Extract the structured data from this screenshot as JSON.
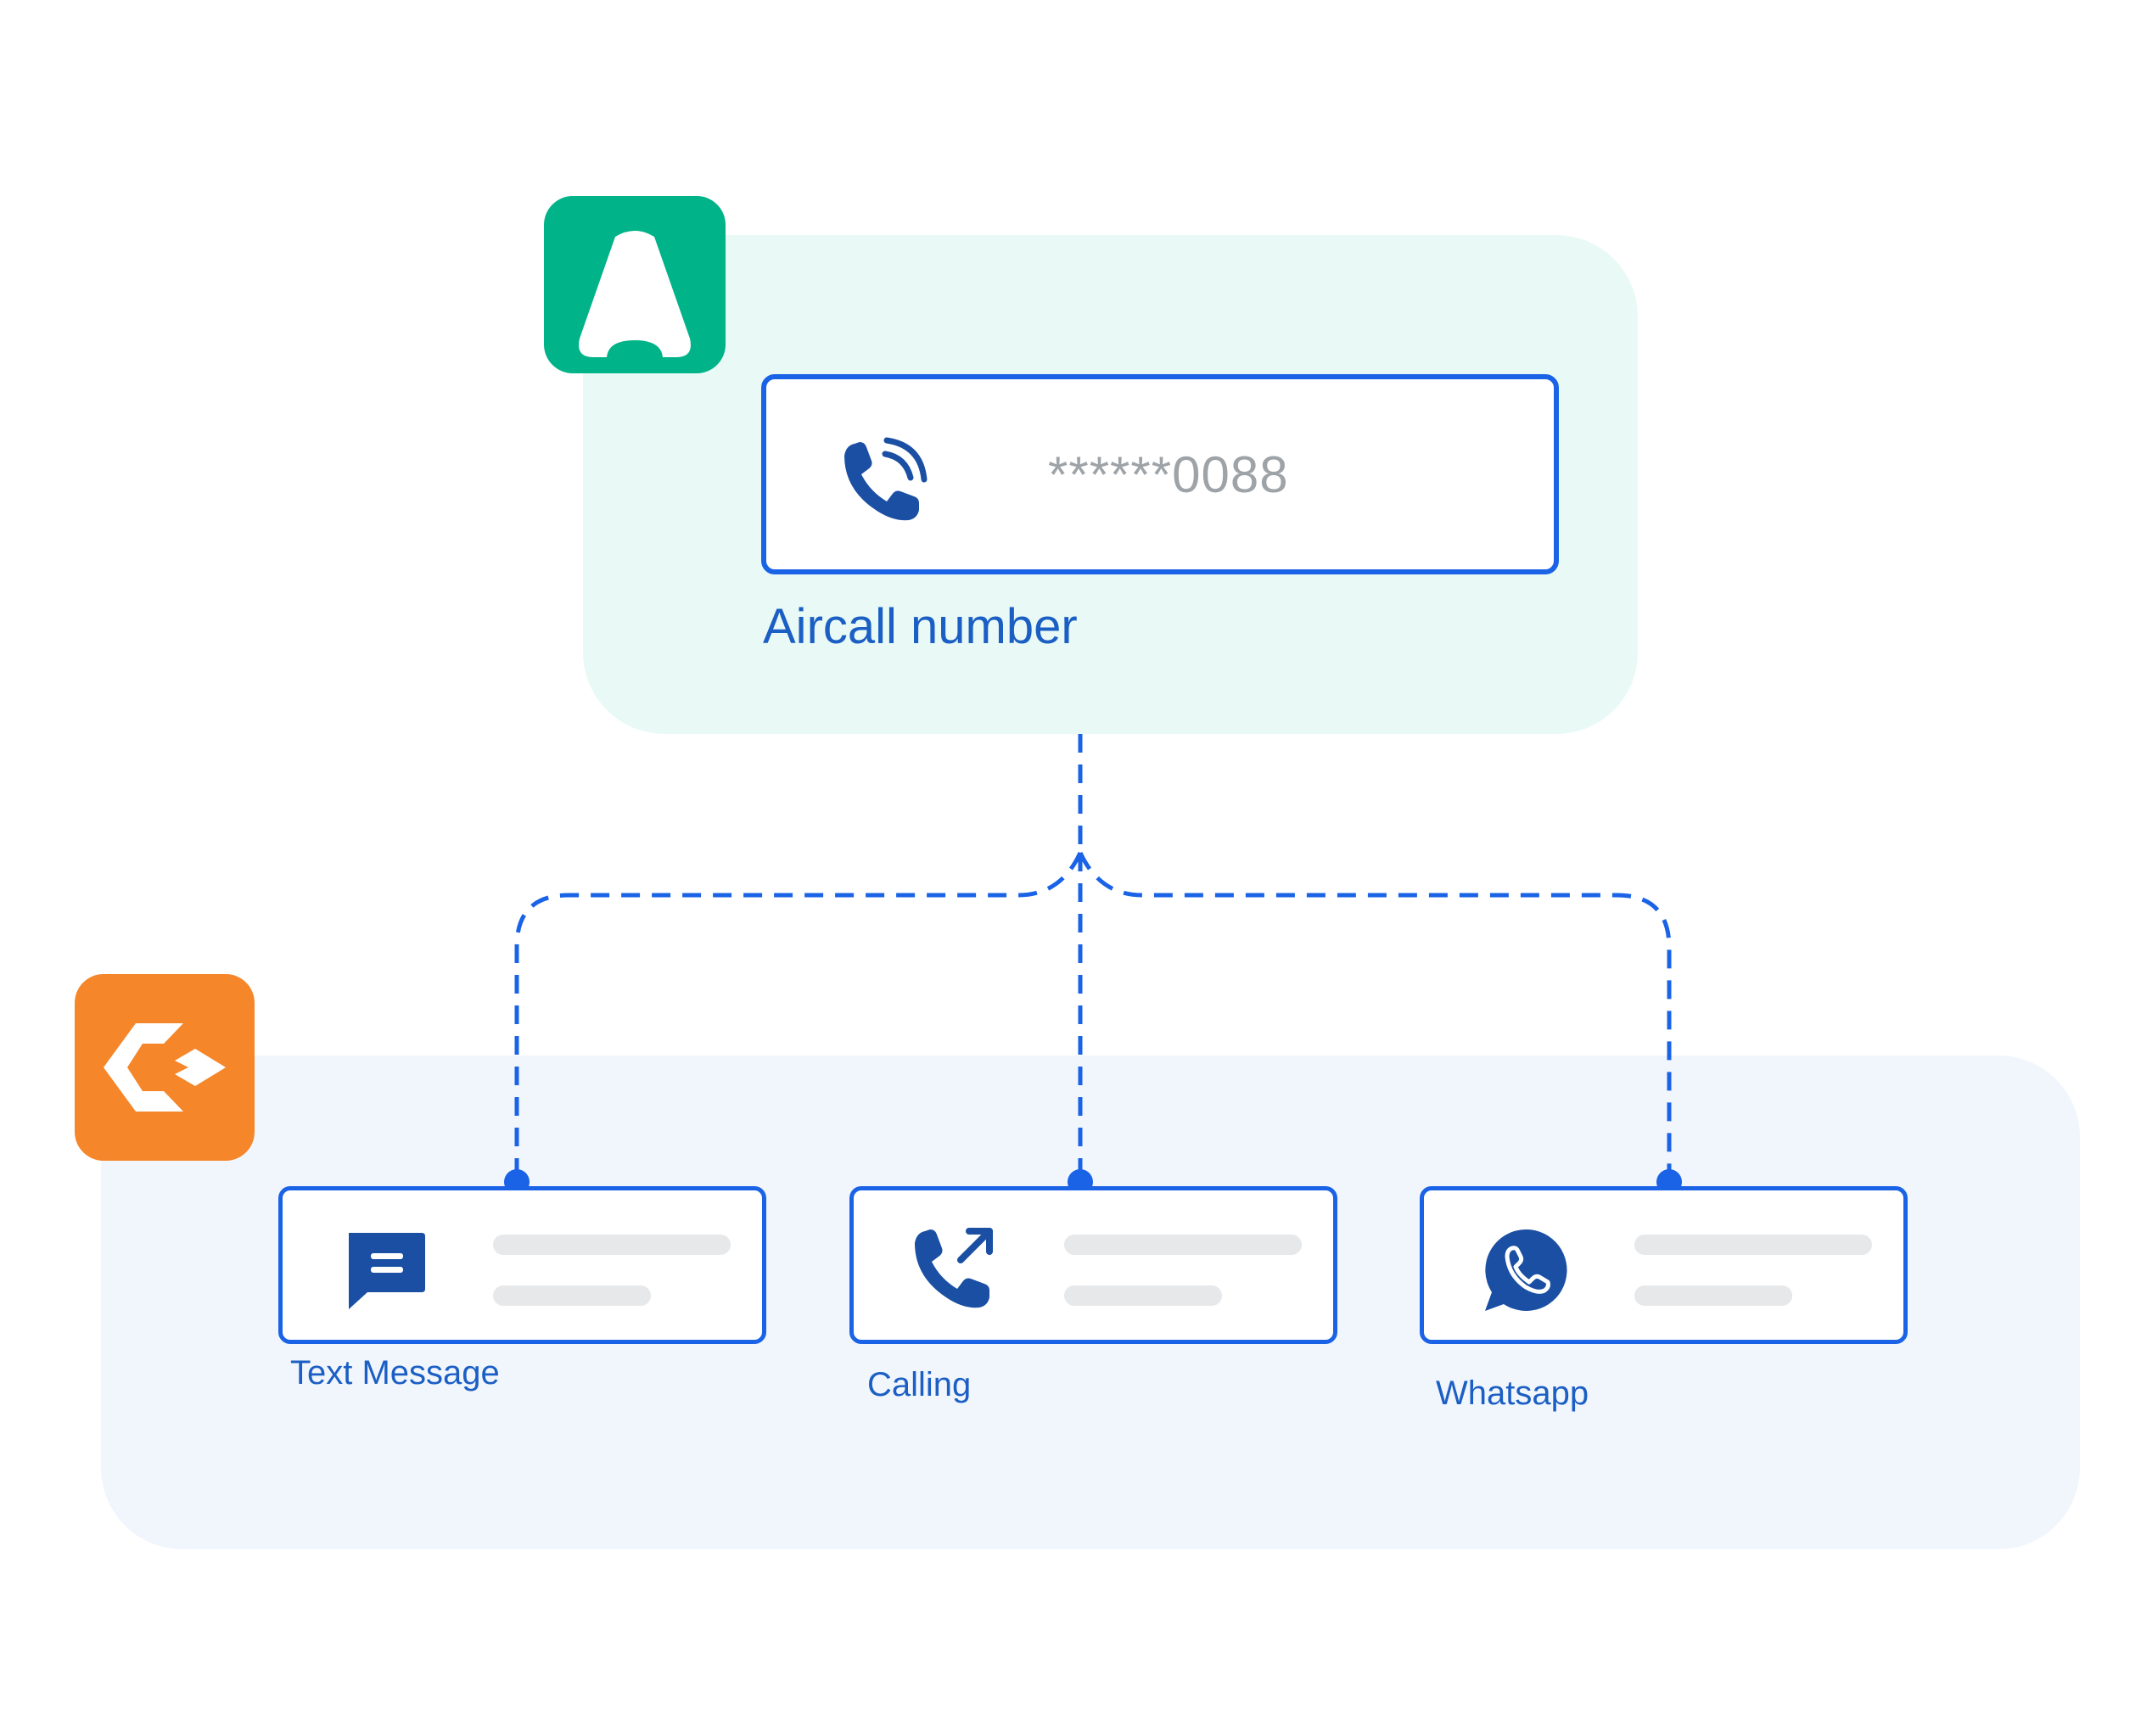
{
  "aircall_panel": {
    "number_value": "******0088",
    "number_label": "Aircall number",
    "logo_icon": "aircall-logo-icon",
    "card_icon": "phone-ringing-icon"
  },
  "channels": [
    {
      "label": "Text Message",
      "icon": "chat-message-icon"
    },
    {
      "label": "Calling",
      "icon": "phone-outgoing-icon"
    },
    {
      "label": "Whatsapp",
      "icon": "whatsapp-icon"
    }
  ],
  "colors": {
    "aircall_green": "#00b388",
    "hub_orange": "#f5862a",
    "primary_blue": "#1a63e6",
    "label_blue": "#1c5fc4",
    "icon_blue": "#1a4fa3",
    "top_panel_bg": "#e9faf6",
    "bottom_panel_bg": "#f1f6fd"
  }
}
